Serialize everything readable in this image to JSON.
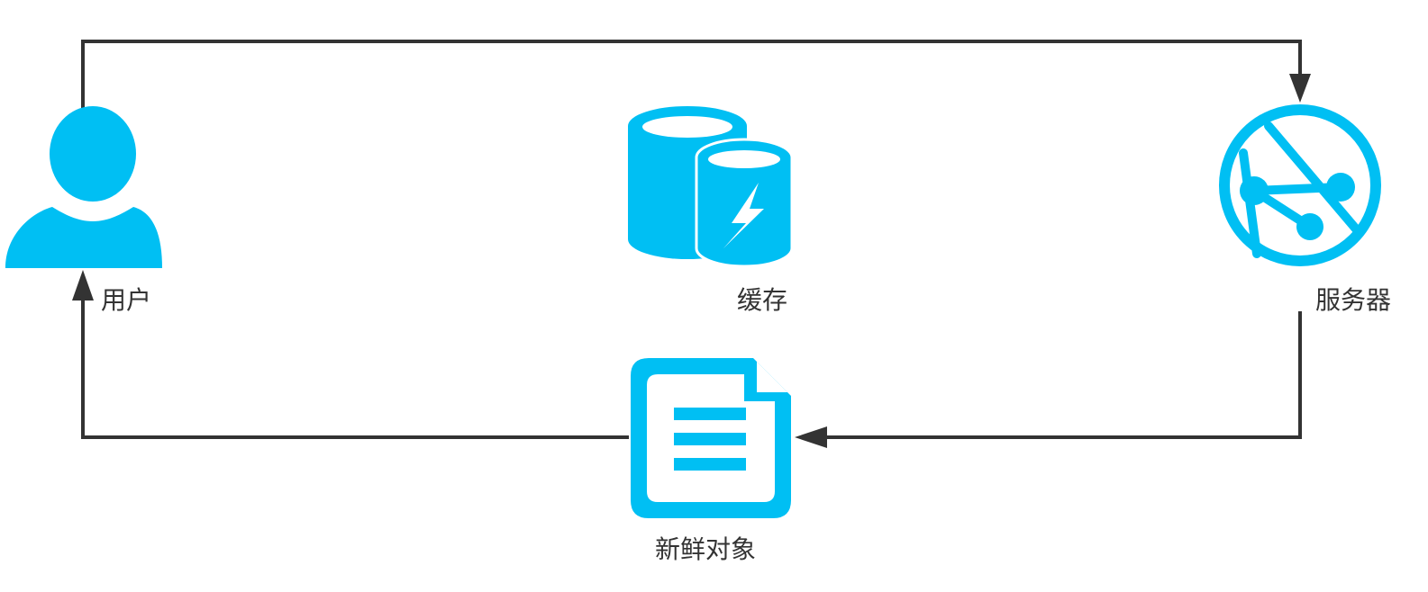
{
  "nodes": {
    "user": {
      "label": "用户",
      "icon": "user-icon"
    },
    "cache": {
      "label": "缓存",
      "icon": "database-cache-icon"
    },
    "server": {
      "label": "服务器",
      "icon": "globe-network-icon"
    },
    "fresh_object": {
      "label": "新鲜对象",
      "icon": "document-icon"
    }
  },
  "colors": {
    "icon": "#00BFF3",
    "line": "#333333",
    "label": "#333333",
    "background": "#FFFFFF"
  }
}
